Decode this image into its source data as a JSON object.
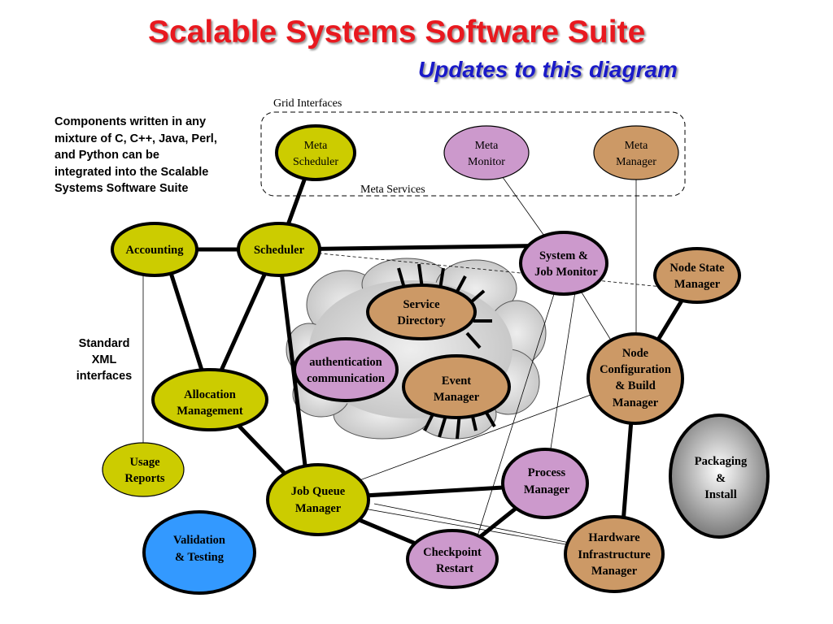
{
  "title": "Scalable Systems Software Suite",
  "subtitle": "Updates to this diagram",
  "notes": {
    "components": "Components written in any\nmixture of C, C++, Java, Perl,\nand Python can be\nintegrated into the Scalable\nSystems Software Suite",
    "xml": "Standard\nXML\ninterfaces"
  },
  "regions": {
    "grid_interfaces": "Grid Interfaces",
    "meta_services": "Meta Services"
  },
  "colors": {
    "yellow": "#cccc00",
    "lavender": "#cc99cc",
    "tan": "#cc9966",
    "blue": "#3399ff",
    "gray": "#a0a0a0",
    "cloud": "#cccccc"
  },
  "nodes": {
    "meta_scheduler": [
      "Meta",
      "Scheduler"
    ],
    "meta_monitor": [
      "Meta",
      "Monitor"
    ],
    "meta_manager": [
      "Meta",
      "Manager"
    ],
    "accounting": [
      "Accounting"
    ],
    "scheduler": [
      "Scheduler"
    ],
    "system_job_monitor": [
      "System &",
      "Job Monitor"
    ],
    "node_state_manager": [
      "Node State",
      "Manager"
    ],
    "service_directory": [
      "Service",
      "Directory"
    ],
    "authentication_communication": [
      "authentication",
      "communication"
    ],
    "event_manager": [
      "Event",
      "Manager"
    ],
    "node_configuration": [
      "Node",
      "Configuration",
      "& Build",
      "Manager"
    ],
    "allocation_management": [
      "Allocation",
      "Management"
    ],
    "usage_reports": [
      "Usage",
      "Reports"
    ],
    "job_queue_manager": [
      "Job Queue",
      "Manager"
    ],
    "process_manager": [
      "Process",
      "Manager"
    ],
    "packaging_install": [
      "Packaging",
      "&",
      "Install"
    ],
    "validation_testing": [
      "Validation",
      "& Testing"
    ],
    "checkpoint_restart": [
      "Checkpoint",
      "Restart"
    ],
    "hardware_infrastructure_manager": [
      "Hardware",
      "Infrastructure",
      "Manager"
    ]
  }
}
